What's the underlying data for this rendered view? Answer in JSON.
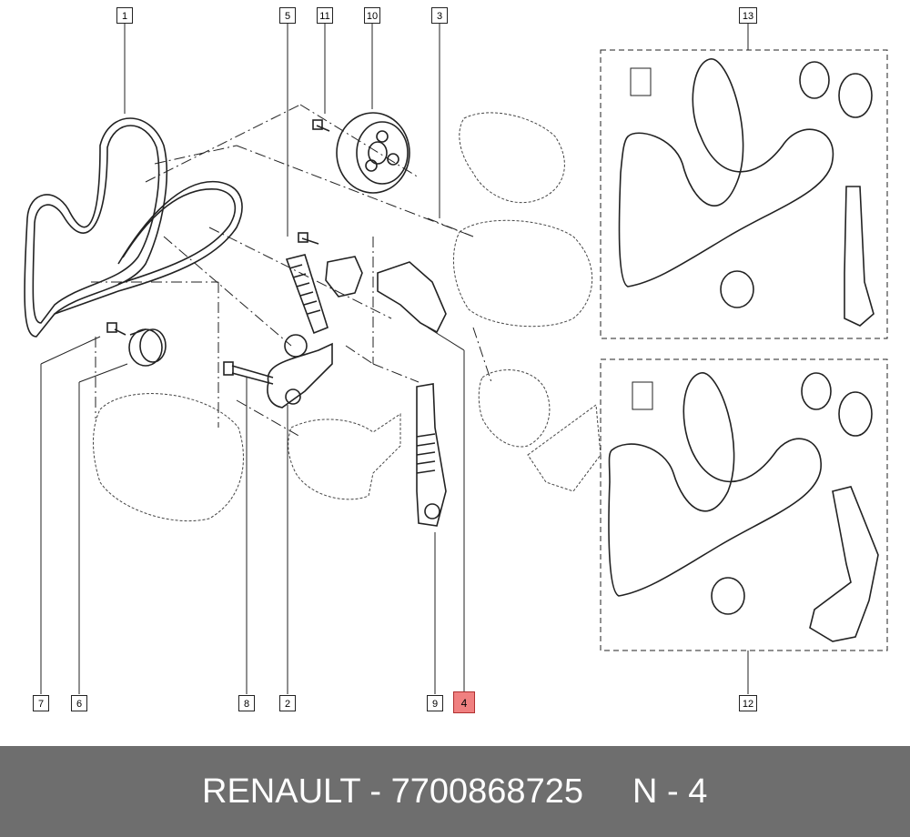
{
  "callouts": {
    "c1": "1",
    "c5": "5",
    "c11": "11",
    "c10": "10",
    "c3": "3",
    "c13": "13",
    "c7": "7",
    "c6": "6",
    "c8": "8",
    "c2": "2",
    "c9": "9",
    "c4": "4",
    "c12": "12"
  },
  "highlight_color": "#f08080",
  "footer": {
    "brand_part": "RENAULT - 7700868725",
    "page_ref": "N - 4"
  }
}
